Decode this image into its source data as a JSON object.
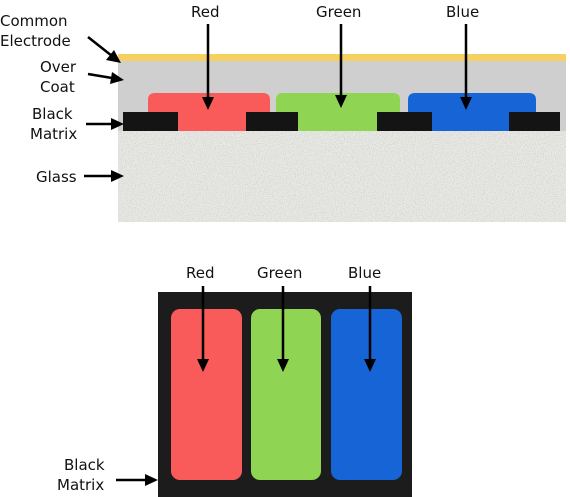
{
  "cross_section": {
    "labels": {
      "common_electrode_line1": "Common",
      "common_electrode_line2": "Electrode",
      "over_coat_line1": "Over",
      "over_coat_line2": "Coat",
      "black_matrix_line1": "Black",
      "black_matrix_line2": "Matrix",
      "glass": "Glass",
      "red": "Red",
      "green": "Green",
      "blue": "Blue"
    }
  },
  "top_view": {
    "labels": {
      "red": "Red",
      "green": "Green",
      "blue": "Blue",
      "black_matrix_line1": "Black",
      "black_matrix_line2": "Matrix"
    }
  },
  "colors": {
    "red": "#f95a5a",
    "green": "#8fd453",
    "blue": "#1764d6",
    "black": "#1a1a1a",
    "electrode": "#f6d062",
    "overcoat": "#cfcfcf",
    "glass": "#e9e9e6"
  }
}
